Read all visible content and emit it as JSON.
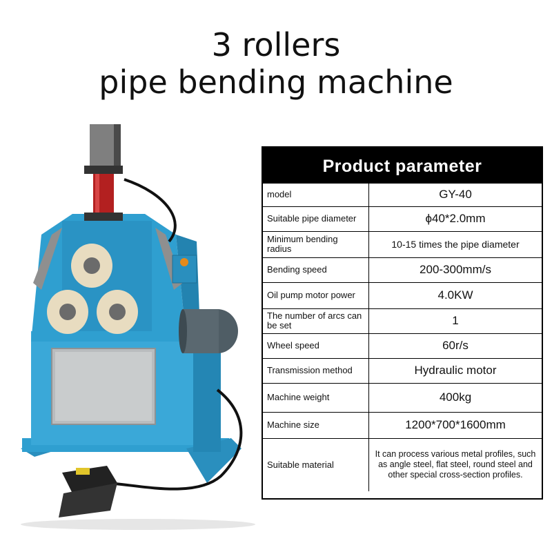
{
  "title": {
    "line1": "3 rollers",
    "line2": "pipe bending machine"
  },
  "spec_table": {
    "heading": "Product parameter",
    "rows": [
      {
        "label": "model",
        "value": "GY-40"
      },
      {
        "label": "Suitable pipe diameter",
        "value": "ϕ40*2.0mm"
      },
      {
        "label": "Minimum bending radius",
        "value": "10-15 times the pipe diameter"
      },
      {
        "label": "Bending speed",
        "value": "200-300mm/s"
      },
      {
        "label": "Oil pump motor power",
        "value": "4.0KW"
      },
      {
        "label": "The number of arcs can be set",
        "value": "1"
      },
      {
        "label": "Wheel speed",
        "value": "60r/s"
      },
      {
        "label": "Transmission method",
        "value": "Hydraulic motor"
      },
      {
        "label": "Machine weight",
        "value": "400kg"
      },
      {
        "label": "Machine size",
        "value": "1200*700*1600mm"
      },
      {
        "label": "Suitable material",
        "value": "It can process various metal profiles, such as angle steel, flat steel, round steel and other special cross-section profiles."
      }
    ]
  },
  "colors": {
    "machine_blue": "#2f9fd0",
    "cylinder_red": "#b32020",
    "roller_cream": "#e8dcc0",
    "motor_gray": "#5a6870",
    "header_black": "#000000"
  }
}
